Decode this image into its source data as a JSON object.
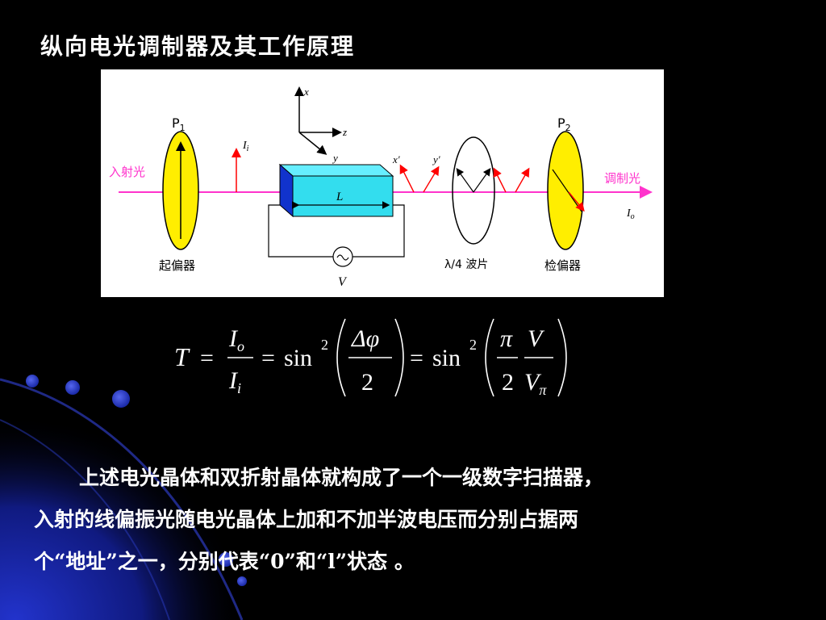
{
  "slide": {
    "title": "纵向电光调制器及其工作原理",
    "colors": {
      "background": "#000000",
      "accent_blue": "#1a2aa8",
      "text": "#ffffff",
      "beam": "#ff33cc",
      "arrow_red": "#ff0000",
      "polarizer": "#ffee00",
      "crystal": "#33ddee"
    }
  },
  "diagram": {
    "incident_label": "入射光",
    "modulated_label": "调制光",
    "p1": "P",
    "p1_sub": "1",
    "p2": "P",
    "p2_sub": "2",
    "polarizer_label": "起偏器",
    "analyzer_label": "检偏器",
    "waveplate_label": "λ/4 波片",
    "ii": "I",
    "ii_sub": "i",
    "io": "I",
    "io_sub": "o",
    "length": "L",
    "voltage": "V",
    "axis_x": "x",
    "axis_y": "y",
    "axis_z": "z",
    "xprime": "x'",
    "yprime": "y'"
  },
  "formula": {
    "T": "T",
    "eq": "=",
    "I": "I",
    "sub_o": "o",
    "sub_i": "i",
    "sin": "sin",
    "sq": "2",
    "delta_phi": "Δφ",
    "two": "2",
    "pi": "π",
    "V": "V",
    "V_pi_sub": "π"
  },
  "paragraph": {
    "line1": "上述电光晶体和双折射晶体就构成了一个一级数字扫描器，",
    "line2": "入射的线偏振光随电光晶体上加和不加半波电压而分别占据两",
    "line3": "个“地址”之一，分别代表“0”和“l”状态 。"
  }
}
